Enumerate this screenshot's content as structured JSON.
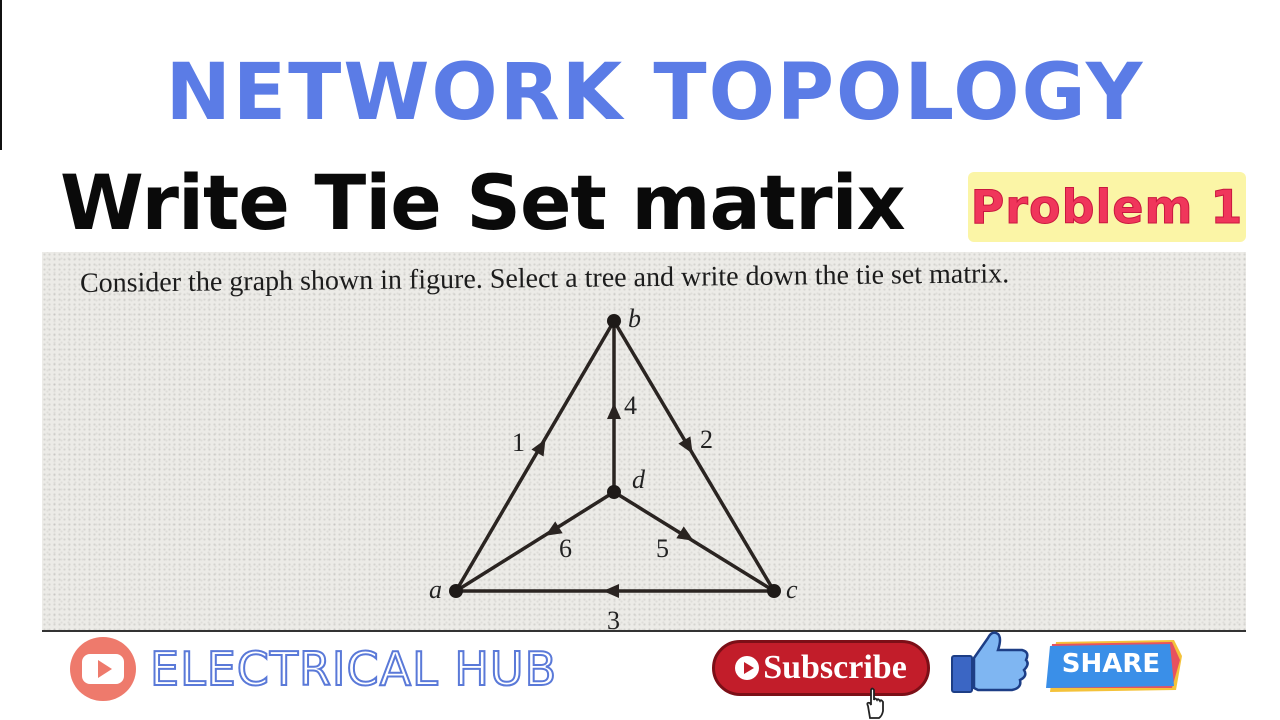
{
  "header": {
    "title": "NETWORK TOPOLOGY",
    "subtitle": "Write Tie Set matrix",
    "badge": "Problem 1"
  },
  "problem": {
    "question": "Consider the graph shown in figure. Select a tree and write down the tie set matrix."
  },
  "graph": {
    "nodes": [
      "a",
      "b",
      "c",
      "d"
    ],
    "edges": [
      {
        "label": "1",
        "from": "a",
        "to": "b"
      },
      {
        "label": "2",
        "from": "b",
        "to": "c"
      },
      {
        "label": "3",
        "from": "c",
        "to": "a"
      },
      {
        "label": "4",
        "from": "d",
        "to": "b"
      },
      {
        "label": "5",
        "from": "d",
        "to": "c"
      },
      {
        "label": "6",
        "from": "d",
        "to": "a"
      }
    ]
  },
  "footer": {
    "channel_name": "ELECTRICAL HUB",
    "subscribe_label": "Subscribe",
    "share_label": "SHARE",
    "icons": [
      "youtube-icon",
      "like-icon",
      "share-icon",
      "hand-cursor-icon"
    ],
    "colors": {
      "title_blue": "#5b7ce6",
      "badge_red": "#f0365b",
      "badge_yellow": "#fbf5a6",
      "subscribe_red": "#c21d2a",
      "share_blue": "#3a8fe8"
    }
  }
}
